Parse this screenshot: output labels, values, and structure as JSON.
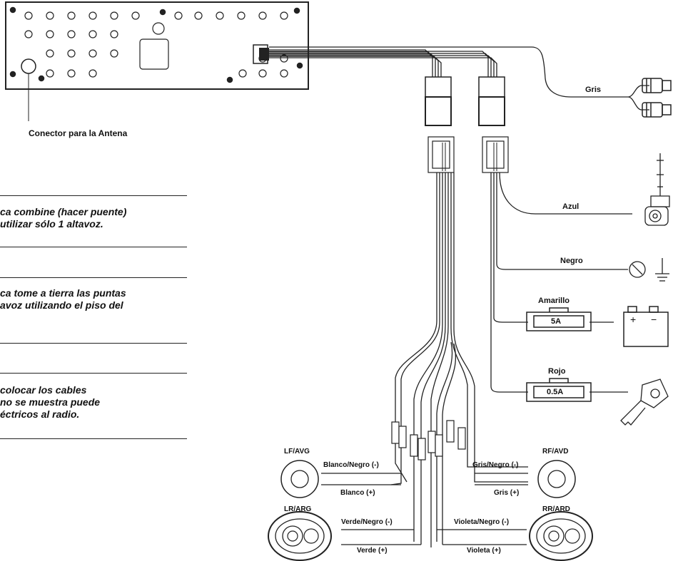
{
  "title_antenna": "Conector para la Antena",
  "wires": {
    "gris": "Gris",
    "azul": "Azul",
    "negro": "Negro",
    "amarillo": "Amarillo",
    "rojo": "Rojo"
  },
  "fuses": {
    "amarillo": "5A",
    "rojo": "0.5A"
  },
  "battery": {
    "plus": "+",
    "minus": "−"
  },
  "speakers": {
    "lf": "LF/AVG",
    "rf": "RF/AVD",
    "lr": "LR/ARG",
    "rr": "RR/ARD"
  },
  "speaker_wires": {
    "lf_neg": "Blanco/Negro (-)",
    "lf_pos": "Blanco (+)",
    "rf_neg": "Gris/Negro (-)",
    "rf_pos": "Gris (+)",
    "lr_neg": "Verde/Negro (-)",
    "lr_pos": "Verde (+)",
    "rr_neg": "Violeta/Negro (-)",
    "rr_pos": "Violeta (+)"
  },
  "notes": [
    [
      "ca combine (hacer puente)",
      "utilizar sólo 1 altavoz."
    ],
    [
      "ca tome a tierra las puntas",
      "avoz utilizando el piso del"
    ],
    [
      "colocar los cables",
      "no se muestra puede",
      "éctricos al radio."
    ]
  ]
}
